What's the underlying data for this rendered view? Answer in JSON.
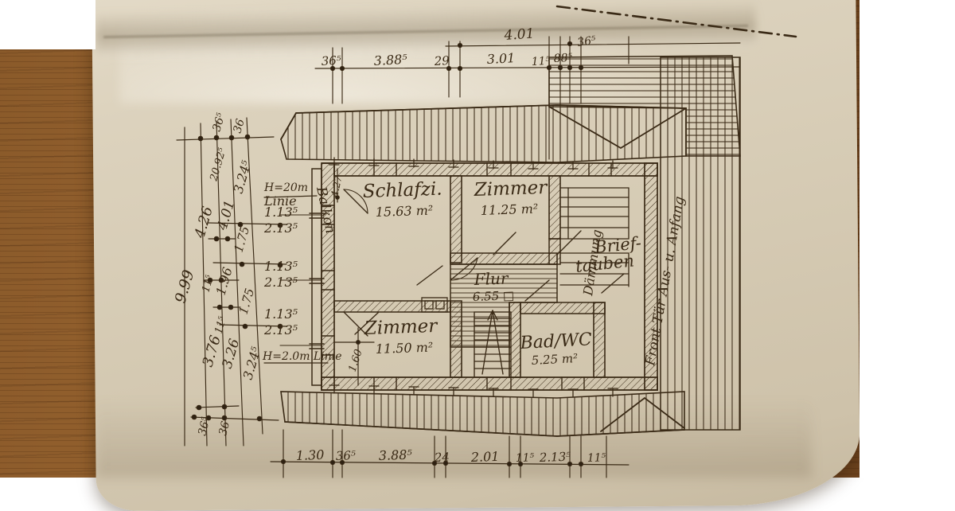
{
  "scene": {
    "subject": "hand-drawn architectural floor plan on paper photographed on a wooden table",
    "paper_color": "#d5cab3",
    "ink_color": "#3a2a16",
    "wood_color": "#8a5a2a"
  },
  "plan": {
    "title_rooms": [
      {
        "name": "Schlafzi.",
        "area": "15.63 m²"
      },
      {
        "name": "Zimmer",
        "area": "11.25 m²"
      },
      {
        "name": "Zimmer",
        "area": "11.50 m²"
      },
      {
        "name": "Flur",
        "area": "6.55 □"
      },
      {
        "name": "Bad/WC",
        "area": "5.25 m²"
      }
    ],
    "notes": [
      {
        "text": "H=20m",
        "kind": "height-line-label"
      },
      {
        "text": "Linie",
        "kind": "height-line-label"
      },
      {
        "text": "H=2.0m Linie",
        "kind": "height-line-label"
      },
      {
        "text": "Balkon",
        "kind": "vertical-label"
      },
      {
        "text": "Brief-",
        "kind": "label"
      },
      {
        "text": "tauben",
        "kind": "label"
      },
      {
        "text": "Dämmung",
        "kind": "vertical-label"
      },
      {
        "text": "Front Tür Aus- u. Anfang",
        "kind": "vertical-label"
      },
      {
        "text": "4.27",
        "kind": "small-vertical-dim"
      },
      {
        "text": "1.60",
        "kind": "small-vertical-dim"
      }
    ],
    "window_dims": [
      {
        "width": "1.13⁵",
        "height": "2.13⁵"
      },
      {
        "width": "1.13⁵",
        "height": "2.13⁵"
      },
      {
        "width": "1.13⁵",
        "height": "2.13⁵"
      }
    ],
    "dimensions_top": [
      "36⁵",
      "3.88⁵",
      "29",
      "3.01",
      "11⁵",
      "88⁵",
      "36⁵"
    ],
    "dimensions_top_upper": [
      "4.01"
    ],
    "dimensions_bottom": [
      "1.30",
      "36⁵",
      "3.88⁵",
      "24",
      "2.01",
      "11⁵",
      "2.13⁵",
      "11⁵"
    ],
    "dimensions_bottom_left": [
      "36⁵",
      "36"
    ],
    "dimensions_left_col1": [
      "9.99"
    ],
    "dimensions_left_col2": [
      "4.26",
      "11⁵",
      "3.76"
    ],
    "dimensions_left_col3": [
      "20.92⁵",
      "4.01",
      "1.96",
      "11⁵",
      "3.26"
    ],
    "dimensions_left_col4": [
      "3.24⁵",
      "1.75",
      "1.75",
      "3.24⁵"
    ],
    "dimensions_left_top": [
      "36⁵",
      "36"
    ]
  }
}
